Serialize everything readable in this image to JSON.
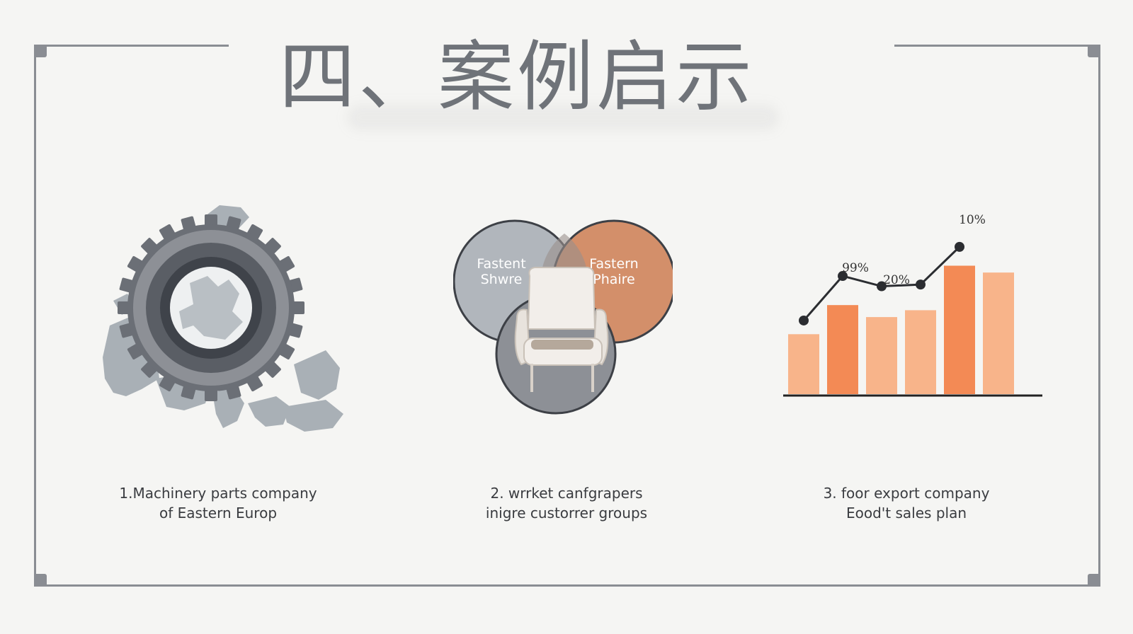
{
  "slide": {
    "title": "四、案例启示"
  },
  "cases": [
    {
      "line1": "1.Machinery parts company",
      "line2": "of Eastern Europ"
    },
    {
      "line1": "2. wrrket canfgrapers",
      "line2": "inigre custorrer groups"
    },
    {
      "line1": "3. foor export company",
      "line2": "Eood't sales plan"
    }
  ],
  "venn": {
    "left_label_1": "Fastent",
    "left_label_2": "Shwre",
    "right_label_1": "Fastern",
    "right_label_2": "Phaire"
  },
  "chart_data": {
    "type": "bar",
    "title": "",
    "xlabel": "",
    "ylabel": "",
    "bar_values": [
      35,
      52,
      45,
      49,
      75,
      71
    ],
    "bar_colors": [
      "#f8b48a",
      "#f38a55",
      "#f8b48a",
      "#f8b48a",
      "#f38a55",
      "#f8b48a"
    ],
    "line_values": [
      43,
      69,
      63,
      64,
      86
    ],
    "labels": [
      "99%",
      "20%",
      "10%"
    ],
    "ylim": [
      0,
      100
    ],
    "grid": false
  },
  "colors": {
    "frame": "#8a8d93",
    "orange": "#f38a55",
    "light_orange": "#f8b48a",
    "gray": "#8d9096"
  }
}
